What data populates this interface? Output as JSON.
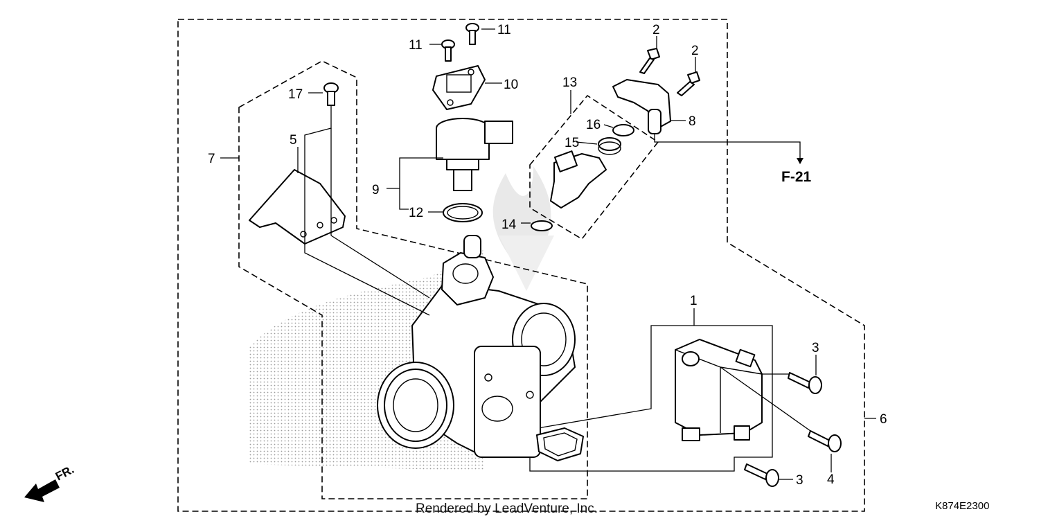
{
  "diagram": {
    "callouts": {
      "c1": "1",
      "c2a": "2",
      "c2b": "2",
      "c3a": "3",
      "c3b": "3",
      "c4": "4",
      "c5": "5",
      "c6": "6",
      "c7": "7",
      "c8": "8",
      "c9": "9",
      "c10": "10",
      "c11a": "11",
      "c11b": "11",
      "c12": "12",
      "c13": "13",
      "c14": "14",
      "c15": "15",
      "c16": "16",
      "c17": "17"
    },
    "reference_label": "F-21",
    "front_label": "FR.",
    "diagram_code": "K874E2300",
    "credit": "Rendered by LeadVenture, Inc."
  }
}
